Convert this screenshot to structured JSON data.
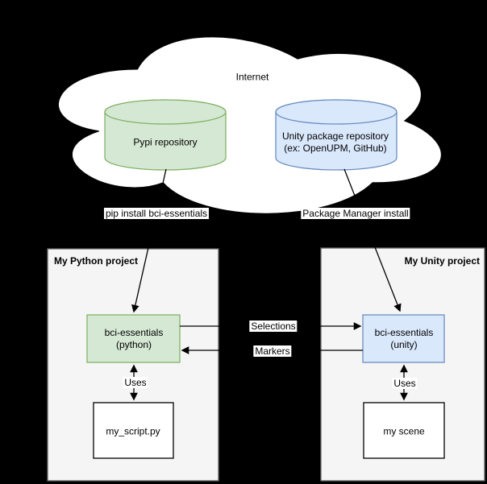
{
  "colors": {
    "background": "#000000",
    "cloud_fill": "#ffffff",
    "cloud_stroke": "#000000",
    "green_fill": "#d5e8d4",
    "green_stroke": "#82b366",
    "blue_fill": "#dae8fc",
    "blue_stroke": "#6c8ebf",
    "gray_fill": "#f5f5f5",
    "gray_stroke": "#666666",
    "white_fill": "#ffffff",
    "black_stroke": "#000000",
    "line_color": "#000000"
  },
  "cloud": {
    "label": "Internet"
  },
  "repositories": {
    "pypi": {
      "label": "Pypi repository"
    },
    "unity": {
      "line1": "Unity package repository",
      "line2": "(ex: OpenUPM, GitHub)"
    }
  },
  "connectors": {
    "pip_install": "pip install bci-essentials",
    "package_manager": "Package Manager install",
    "selections": "Selections",
    "markers": "Markers",
    "uses_left": "Uses",
    "uses_right": "Uses"
  },
  "python_project": {
    "title": "My Python project",
    "package": {
      "line1": "bci-essentials",
      "line2": "(python)"
    },
    "script": "my_script.py"
  },
  "unity_project": {
    "title": "My Unity project",
    "package": {
      "line1": "bci-essentials",
      "line2": "(unity)"
    },
    "scene": "my scene"
  }
}
